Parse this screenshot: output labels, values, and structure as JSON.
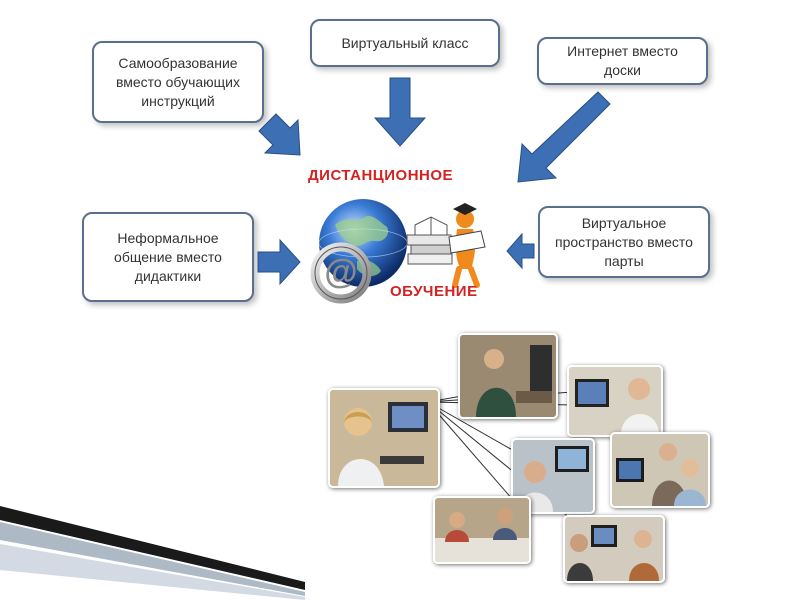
{
  "nodes": {
    "self_education": "Самообразование\nвместо обучающих\nинструкций",
    "virtual_class": "Виртуальный класс",
    "internet": "Интернет вместо\nдоски",
    "informal": "Неформальное\nобщение вместо\nдидактики",
    "virtual_space": "Виртуальное\nпространство вместо\nпарты"
  },
  "center": {
    "title_top": "ДИСТАНЦИОННОЕ",
    "title_bottom": "ОБУЧЕНИЕ"
  },
  "colors": {
    "arrow": "#3c6fb3",
    "box_border": "#5b6e8c",
    "logo_text": "#d42222"
  },
  "icons": [
    "globe-icon",
    "at-sign-icon",
    "books-icon",
    "student-figure-icon"
  ]
}
